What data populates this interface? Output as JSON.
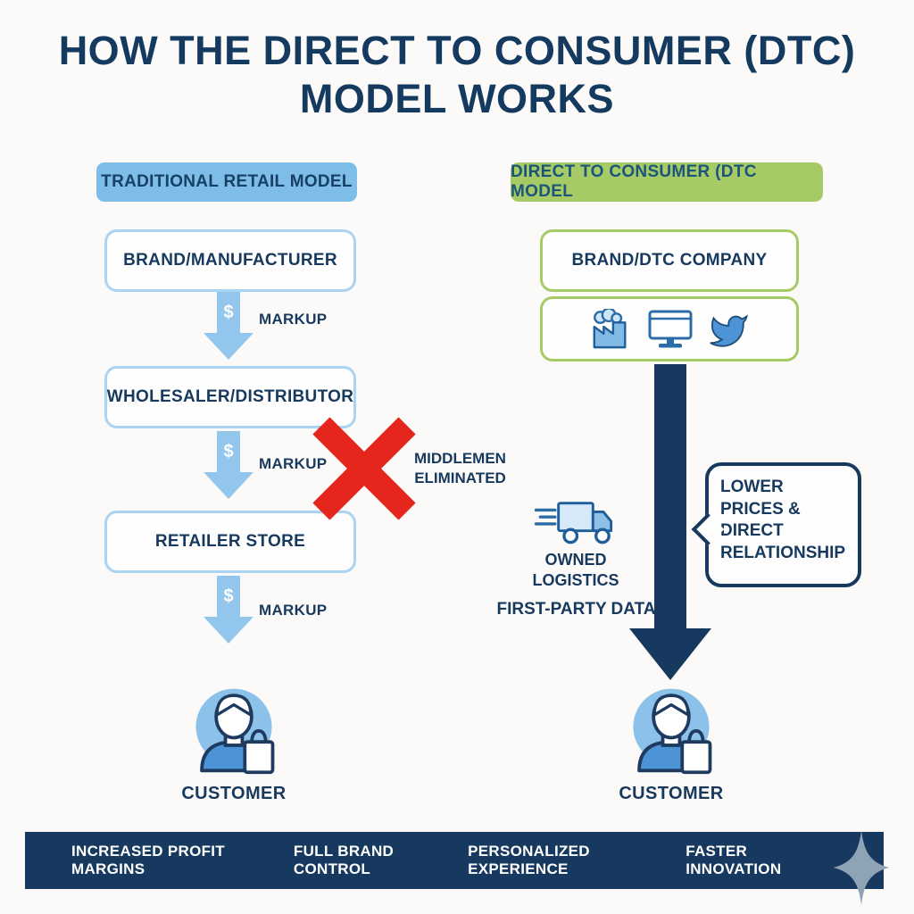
{
  "title": {
    "lines": [
      "HOW THE DIRECT TO CONSUMER (DTC)",
      "MODEL WORKS"
    ]
  },
  "traditional": {
    "header": "TRADITIONAL RETAIL MODEL",
    "boxes": [
      "BRAND/MANUFACTURER",
      "WHOLESALER/DISTRIBUTOR",
      "RETAILER STORE"
    ],
    "dollar": "$",
    "markup_label": "MARKUP",
    "middlemen": [
      "MIDDLEMEN",
      "ELIMINATED"
    ],
    "customer_label": "CUSTOMER"
  },
  "dtc": {
    "header": "DIRECT TO CONSUMER (DTC MODEL",
    "company_box": "BRAND/DTC COMPANY",
    "channel_icons": [
      "factory-icon",
      "monitor-icon",
      "twitter-bird-icon"
    ],
    "owned_logistics": [
      "OWNED",
      "LOGISTICS"
    ],
    "first_party_data": "FIRST-PARTY DATA",
    "bubble_lines": [
      "LOWER",
      "PRICES &",
      "DIRECT",
      "RELATIONSHIP"
    ],
    "customer_label": "CUSTOMER"
  },
  "footer": {
    "items": [
      "INCREASED PROFIT MARGINS",
      "FULL BRAND CONTROL",
      "PERSONALIZED EXPERIENCE",
      "FASTER INNOVATION"
    ]
  },
  "colors": {
    "navy_text": "#17395E",
    "blue_header": "#7DBDE8",
    "green_header": "#A5CA66",
    "blue_arrow": "#93C6ED",
    "dark_arrow": "#17395F",
    "red_x": "#E5261C",
    "customer_circle": "#8CC2EA",
    "footer_bg": "#17395F",
    "sparkle": "#8FA3B7"
  }
}
